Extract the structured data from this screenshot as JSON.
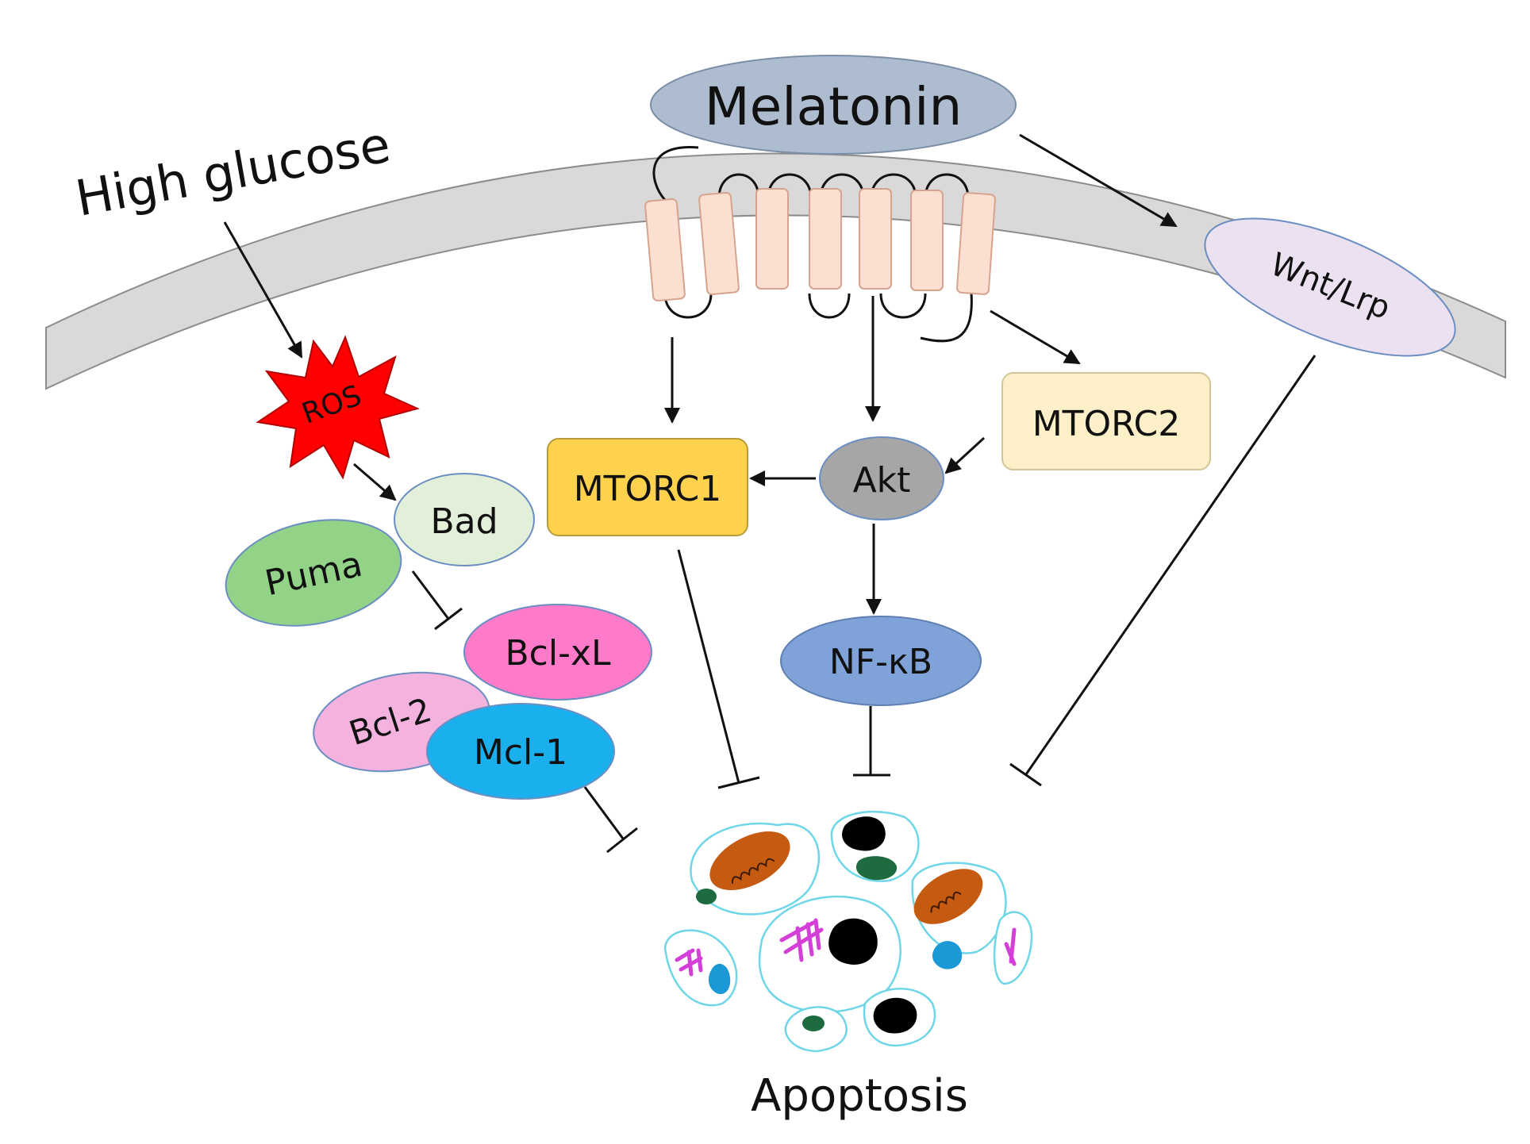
{
  "labels": {
    "melatonin": "Melatonin",
    "high_glucose": "High glucose",
    "ros": "ROS",
    "wnt_lrp": "Wnt/Lrp",
    "mtorc1": "MTORC1",
    "mtorc2": "MTORC2",
    "akt": "Akt",
    "nfkb": "NF-κB",
    "bad": "Bad",
    "puma": "Puma",
    "bcl_xl": "Bcl-xL",
    "bcl_2": "Bcl-2",
    "mcl_1": "Mcl-1",
    "apoptosis": "Apoptosis"
  },
  "colors": {
    "membrane": "#d9d9d9",
    "melatonin": "#aebccf",
    "receptor": "#fbe0d2",
    "wnt_lrp": "#ece1f0",
    "ros": "#ff0000",
    "mtorc1": "#ffd24d",
    "mtorc2": "#fdf0c8",
    "akt": "#a6a6a6",
    "nfkb": "#7fa3d8",
    "bad": "#e2f0d9",
    "puma": "#93d388",
    "bcl_xl": "#ff7ac9",
    "bcl_2": "#f4b2df",
    "mcl_1": "#1ab0ee",
    "mitochondria": "#c55a11",
    "nucleus_fragment": "#000000",
    "vesicle_green": "#1e6b40",
    "vesicle_blue": "#1b98d6",
    "chromatin": "#d43fd8",
    "blebs": "#6fd6e8"
  }
}
